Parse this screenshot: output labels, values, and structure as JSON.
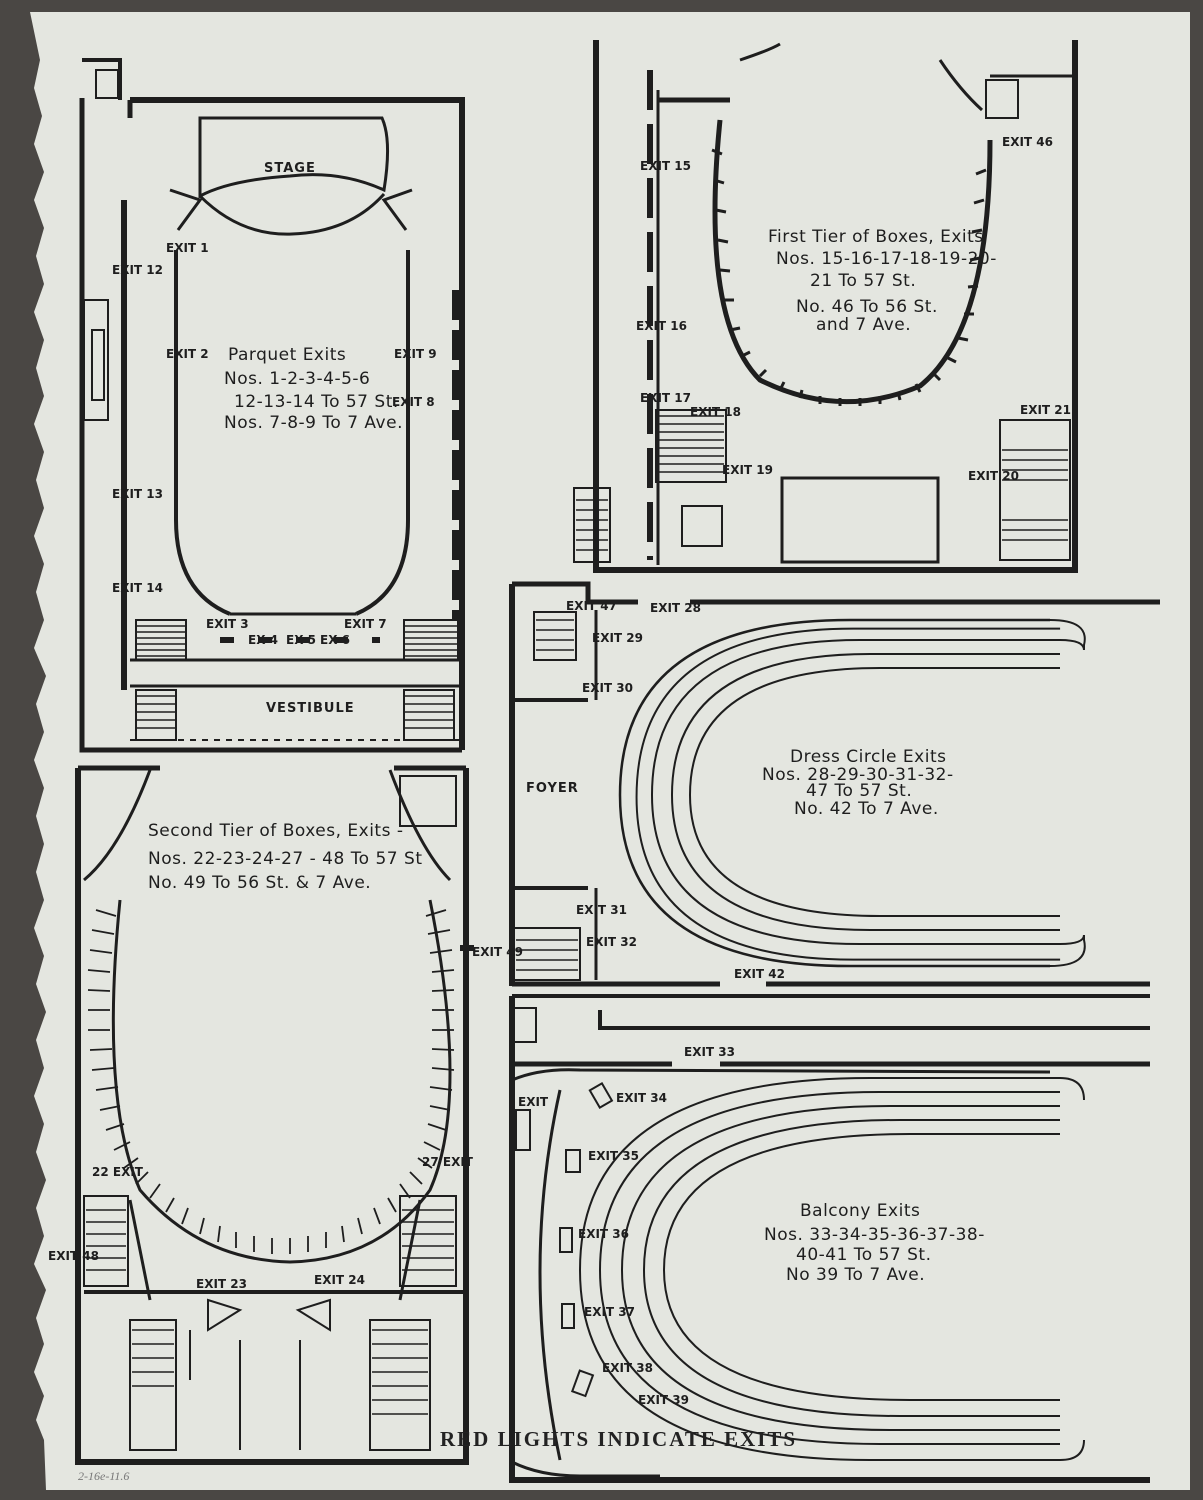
{
  "parquet": {
    "title": "Parquet Exits",
    "line1": "Nos. 1-2-3-4-5-6",
    "line2": "12-13-14 To 57 St.",
    "line3": "Nos. 7-8-9 To 7 Ave.",
    "stage": "STAGE",
    "vestibule": "VESTIBULE",
    "exits": [
      "EXIT 1",
      "EXIT 2",
      "EXIT 3",
      "EX 4",
      "EX 5",
      "EX 6",
      "EXIT 7",
      "EXIT 8",
      "EXIT 9",
      "EXIT 12",
      "EXIT 13",
      "EXIT 14"
    ]
  },
  "first_tier": {
    "title": "First Tier of Boxes, Exits",
    "line1": "Nos. 15-16-17-18-19-20-",
    "line2": "21 To 57 St.",
    "line3": "No. 46 To 56 St.",
    "line4": "and 7 Ave.",
    "exits": [
      "EXIT 15",
      "EXIT 16",
      "EXIT 17",
      "EXIT 18",
      "EXIT 19",
      "EXIT 20",
      "EXIT 21",
      "EXIT 46"
    ]
  },
  "second_tier": {
    "title": "Second Tier of Boxes, Exits -",
    "line1": "Nos. 22-23-24-27 - 48 To 57 St",
    "line2": "No. 49 To 56 St. & 7 Ave.",
    "exits": [
      "22 EXIT",
      "27 EXIT",
      "EXIT 23",
      "EXIT 24",
      "EXIT 48",
      "EXIT 49"
    ]
  },
  "dress_circle": {
    "title": "Dress Circle Exits",
    "line1": "Nos. 28-29-30-31-32-",
    "line2": "47 To 57 St.",
    "line3": "No. 42 To 7 Ave.",
    "foyer": "FOYER",
    "exits": [
      "EXIT 47",
      "EXIT 28",
      "EXIT 29",
      "EXIT 30",
      "EXIT 31",
      "EXIT 32",
      "EXIT 42"
    ]
  },
  "balcony": {
    "title": "Balcony Exits",
    "line1": "Nos. 33-34-35-36-37-38-",
    "line2": "40-41 To 57 St.",
    "line3": "No 39 To 7 Ave.",
    "exits": [
      "EXIT 33",
      "EXIT 34",
      "EXIT 35",
      "EXIT 36",
      "EXIT 37",
      "EXIT 38",
      "EXIT 39",
      "EXIT"
    ]
  },
  "footer": "RED LIGHTS INDICATE EXITS",
  "archive_note": "2-16e-11.6",
  "colors": {
    "paper": "#e4e6e0",
    "ink": "#1e1e1e",
    "background": "#4a4744"
  }
}
